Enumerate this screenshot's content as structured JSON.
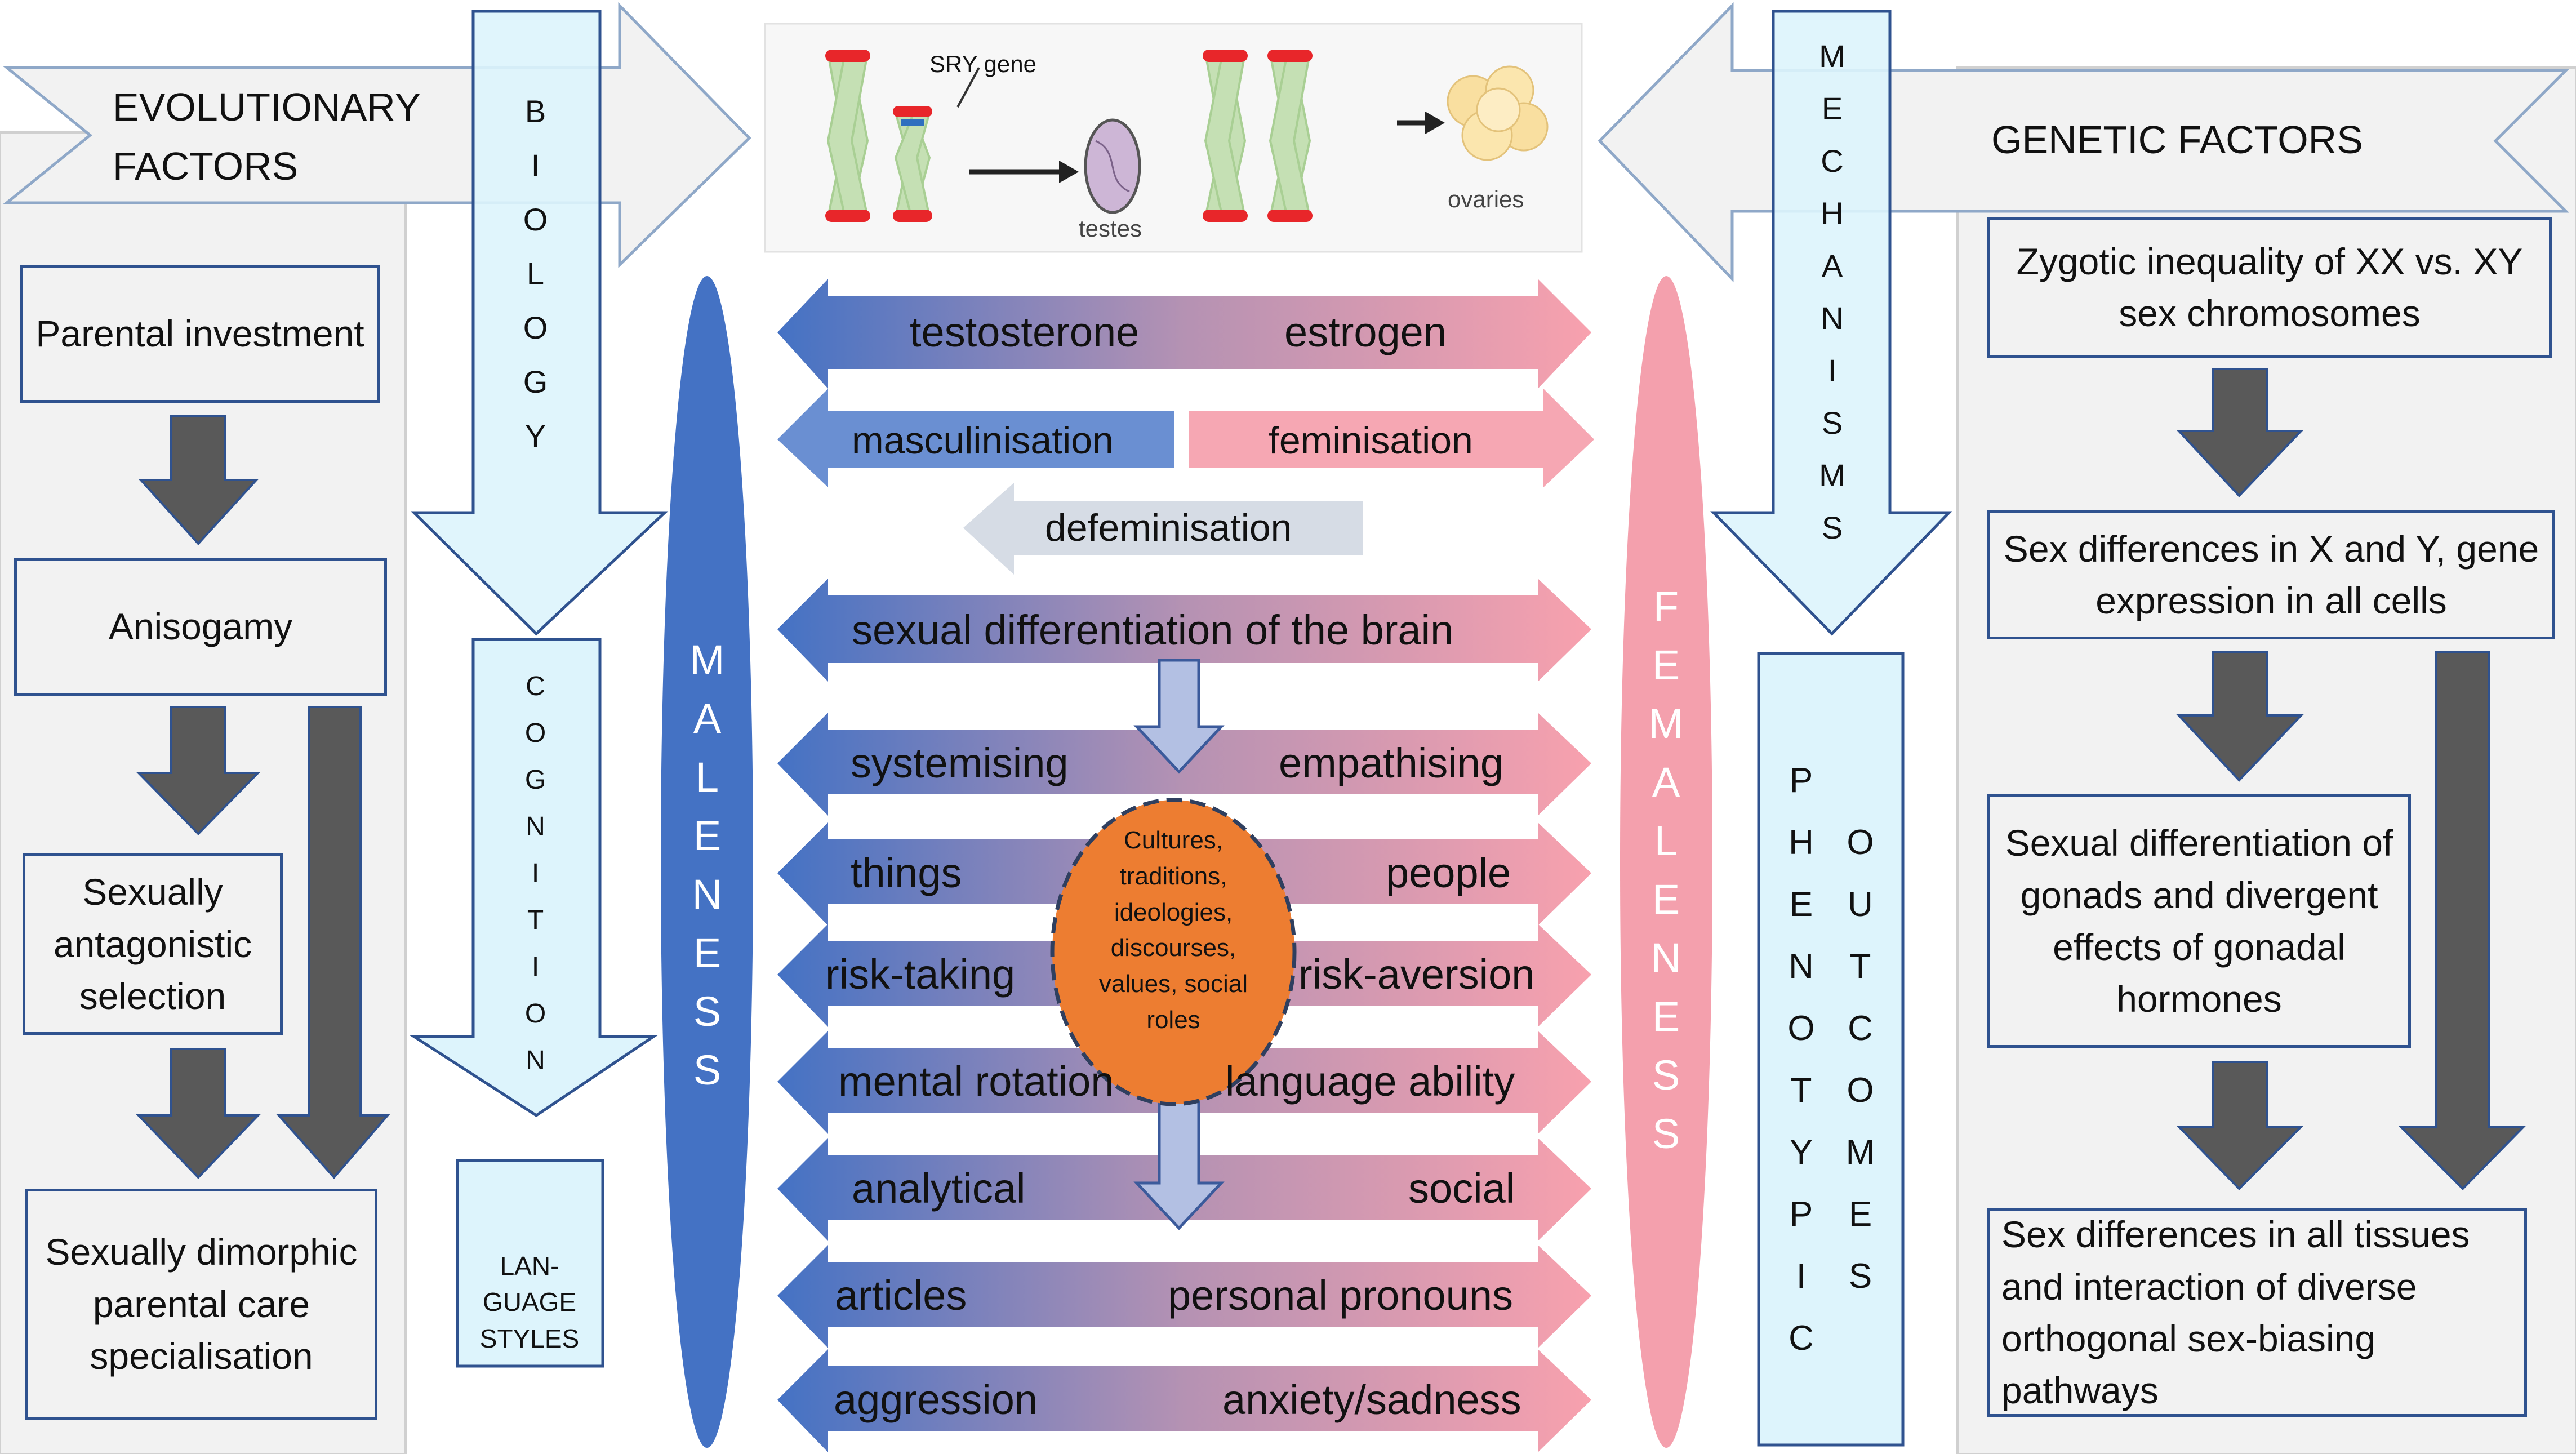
{
  "header": {
    "evolutionary_title": "EVOLUTIONARY FACTORS",
    "genetic_title": "GENETIC FACTORS",
    "sry_label": "SRY gene",
    "testes_label": "testes",
    "ovaries_label": "ovaries"
  },
  "columns": {
    "biology": "BIOLOGY",
    "cognition": "COGNITION",
    "mechanisms": "MECHANISMS",
    "maleness": "MALENESS",
    "femaleness": "FEMALENESS",
    "phenotypic": "PHENOTYPIC",
    "outcomes": "OUTCOMES",
    "language_styles": "LAN-GUAGE STYLES"
  },
  "evolutionary_boxes": [
    "Parental investment",
    "Anisogamy",
    "Sexually antagonistic selection",
    "Sexually dimorphic parental care specialisation"
  ],
  "genetic_boxes": [
    "Zygotic inequality of XX vs. XY sex chromosomes",
    "Sex differences in X and Y, gene expression in all cells",
    "Sexual differentiation of gonads and divergent effects of gonadal hormones",
    "Sex differences in all tissues and interaction of diverse orthogonal sex-biasing pathways"
  ],
  "arrows": {
    "testosterone": "testosterone",
    "estrogen": "estrogen",
    "masculinisation": "masculinisation",
    "feminisation": "feminisation",
    "defeminisation": "defeminisation",
    "brain": "sexual differentiation of the brain",
    "pairs": [
      {
        "left": "systemising",
        "right": "empathising"
      },
      {
        "left": "things",
        "right": "people"
      },
      {
        "left": "risk-taking",
        "right": "risk-aversion"
      },
      {
        "left": "mental rotation",
        "right": "language ability"
      },
      {
        "left": "analytical",
        "right": "social"
      },
      {
        "left": "articles",
        "right": "personal pronouns"
      },
      {
        "left": "aggression",
        "right": "anxiety/sadness"
      }
    ]
  },
  "culture_oval": "Cultures, traditions, ideologies, discourses, values, social roles",
  "colors": {
    "male_blue": "#4472c4",
    "female_pink": "#f4a0ad",
    "box_border": "#2f528f",
    "light_blue": "#ddf4fc",
    "dark_arrow": "#595959",
    "culture_orange": "#ed7d31"
  }
}
